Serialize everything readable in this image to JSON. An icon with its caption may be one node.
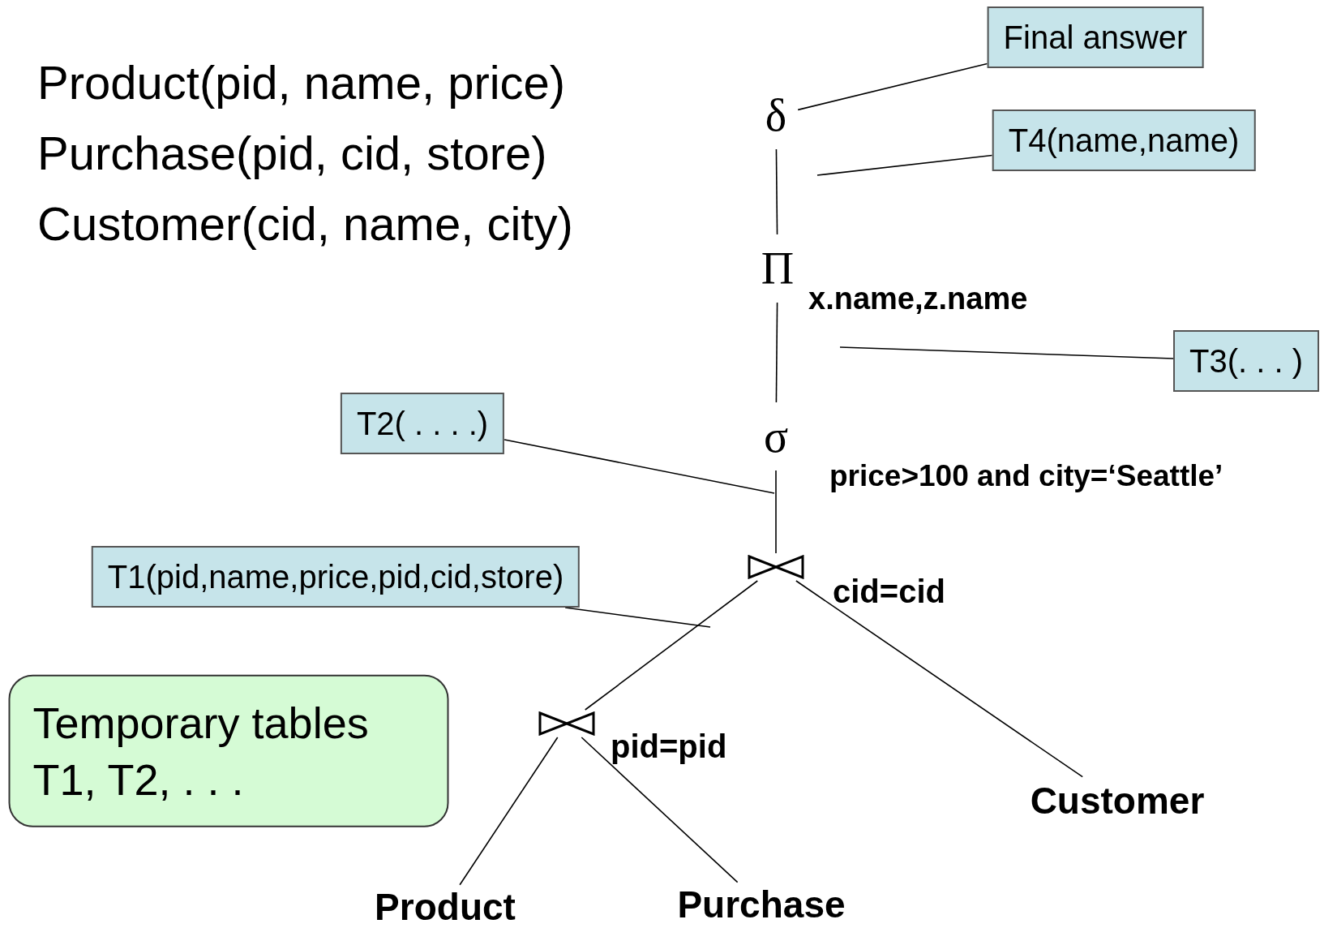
{
  "diagram": {
    "nodes": [
      {
        "text": [
          "δ"
        ]
      },
      {
        "text": [
          "Π"
        ],
        "beside": [
          "x.name,z.name"
        ]
      },
      {
        "text": [
          "σ"
        ],
        "beside": [
          "price>100 and city=‘Seattle’"
        ]
      },
      {
        "text": [],
        "shape": "bowtie",
        "beside": [
          "cid=cid"
        ]
      },
      {
        "text": [],
        "shape": "bowtie",
        "beside": [
          "pid=pid"
        ]
      },
      {
        "text": [
          "Product"
        ]
      },
      {
        "text": [
          "Purchase"
        ]
      },
      {
        "text": [
          "Customer"
        ]
      },
      {
        "text": [
          "Final answer"
        ]
      },
      {
        "text": [
          "T4(name,name)"
        ]
      },
      {
        "text": [
          "T3(. . . )"
        ]
      },
      {
        "text": [
          "T2( . . . .)"
        ]
      },
      {
        "text": [
          "T1(pid,name,price,pid,cid,store)"
        ]
      },
      {
        "text": [
          "Temporary tables T1, T2, . . ."
        ]
      }
    ],
    "edges": [
      {
        "from": 0,
        "to": 1,
        "arrow": "none"
      },
      {
        "from": 1,
        "to": 2,
        "arrow": "none"
      },
      {
        "from": 2,
        "to": 3,
        "arrow": "none"
      },
      {
        "from": 3,
        "to": 4,
        "arrow": "none"
      },
      {
        "from": 3,
        "to": 7,
        "arrow": "none"
      },
      {
        "from": 4,
        "to": 5,
        "arrow": "none"
      },
      {
        "from": 4,
        "to": 6,
        "arrow": "none"
      },
      {
        "from": 8,
        "to": 0,
        "arrow": "none"
      },
      {
        "from": 9,
        "to": null,
        "arrow": "none"
      },
      {
        "from": 10,
        "to": null,
        "arrow": "none"
      },
      {
        "from": 11,
        "to": null,
        "arrow": "none"
      },
      {
        "from": 12,
        "to": null,
        "arrow": "none"
      }
    ],
    "labels": [
      "Product(pid, name, price)",
      "Purchase(pid, cid, store)",
      "Customer(cid, name, city)"
    ]
  }
}
